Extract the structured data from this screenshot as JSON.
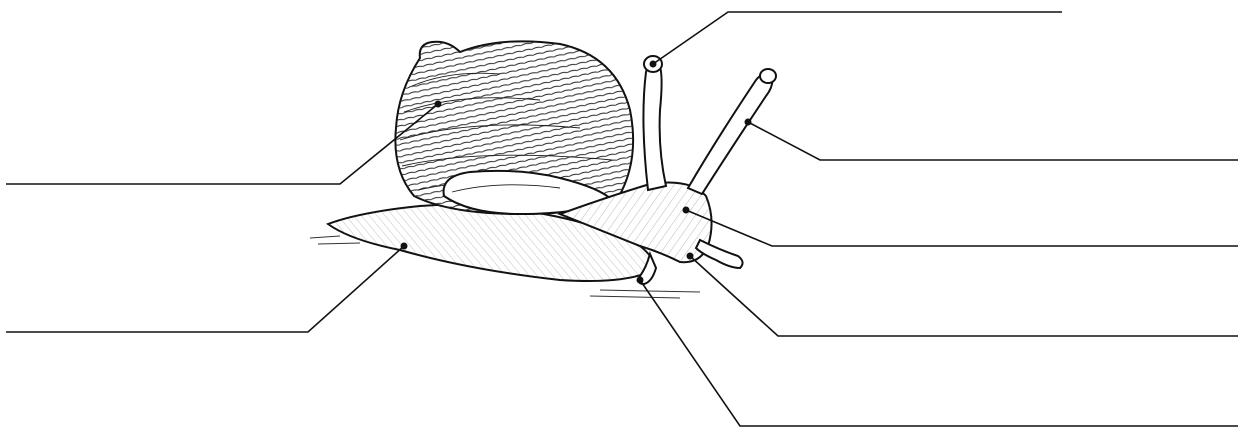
{
  "diagram": {
    "subject": "snail-anatomy",
    "labels": [
      {
        "id": "upper-tentacle-tip",
        "text": ""
      },
      {
        "id": "upper-tentacle-stalk",
        "text": ""
      },
      {
        "id": "shell",
        "text": ""
      },
      {
        "id": "head",
        "text": ""
      },
      {
        "id": "foot",
        "text": ""
      },
      {
        "id": "mouth",
        "text": ""
      },
      {
        "id": "lower-tentacle",
        "text": ""
      }
    ]
  },
  "colors": {
    "ink": "#111111",
    "background": "#ffffff"
  }
}
